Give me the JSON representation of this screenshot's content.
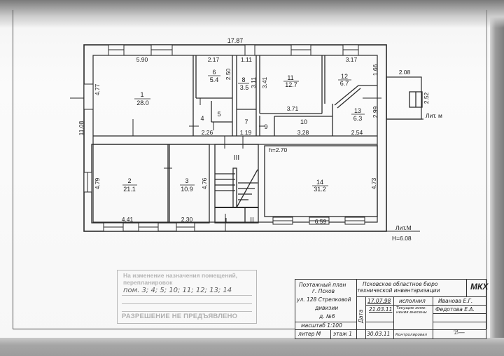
{
  "document": {
    "type": "floor plan",
    "overall_length": "17.87",
    "overall_width": "11.08",
    "ceiling_height": "h=2.70",
    "building_label": "Лит.М",
    "building_height": "H=6.08",
    "annex_label": "Лит. м",
    "annex_dims": {
      "width": "2.08",
      "depth": "2.52"
    }
  },
  "rooms": [
    {
      "num": "1",
      "area": "28.0"
    },
    {
      "num": "2",
      "area": "21.1"
    },
    {
      "num": "3",
      "area": "10.9"
    },
    {
      "num": "4",
      "area": ""
    },
    {
      "num": "5",
      "area": ""
    },
    {
      "num": "6",
      "area": "5.4"
    },
    {
      "num": "7",
      "area": ""
    },
    {
      "num": "8",
      "area": "3.5"
    },
    {
      "num": "9",
      "area": ""
    },
    {
      "num": "10",
      "area": ""
    },
    {
      "num": "11",
      "area": "12.7"
    },
    {
      "num": "12",
      "area": "6.7"
    },
    {
      "num": "13",
      "area": "6.3"
    },
    {
      "num": "14",
      "area": "31.2"
    }
  ],
  "stairs": [
    "III",
    "I",
    "II"
  ],
  "dimensions": {
    "d590": "5.90",
    "d477": "4.77",
    "d217": "2.17",
    "d250": "2.50",
    "d111": "1.11",
    "d311": "3.11",
    "d341": "3.41",
    "d371": "3.71",
    "d317": "3.17",
    "d166": "1.66",
    "d299": "2.99",
    "d328": "3.28",
    "d254": "2.54",
    "d226": "2.26",
    "d119": "1.19",
    "d479": "4.79",
    "d441": "4.41",
    "d230": "2.30",
    "d476": "4.76",
    "d473": "4.73",
    "d659": "6.59"
  },
  "stamp": {
    "line1": "На изменение назначения помещений,",
    "line2": "перепланировок",
    "handwritten": "пом. 3; 4; 5; 10; 11; 12; 13; 14",
    "status": "РАЗРЕШЕНИЕ НЕ ПРЕДЪЯВЛЕНО"
  },
  "title_block": {
    "plan_title": "Поэтажный план",
    "city": "г. Псков",
    "street": "ул. 128 Стрелковой",
    "street2": "дивизии",
    "house": "д. №6",
    "scale": "масштаб 1:100",
    "liter": "литер М",
    "floor": "этаж 1",
    "org_line1": "Псковское областное бюро",
    "org_line2": "технической инвентаризации",
    "org_code": "МКХ",
    "date_label": "Дата",
    "date1": "17.07.98",
    "date2": "21.03.11",
    "date3": "30.03.11",
    "role1": "исполнил",
    "role2_line1": "Текущие изме-",
    "role2_line2": "нения внесены",
    "role3": "Контролировал",
    "person1": "Иванова Е.Г.",
    "person2": "Федотова Е.А.",
    "signature": "ℬ—"
  }
}
